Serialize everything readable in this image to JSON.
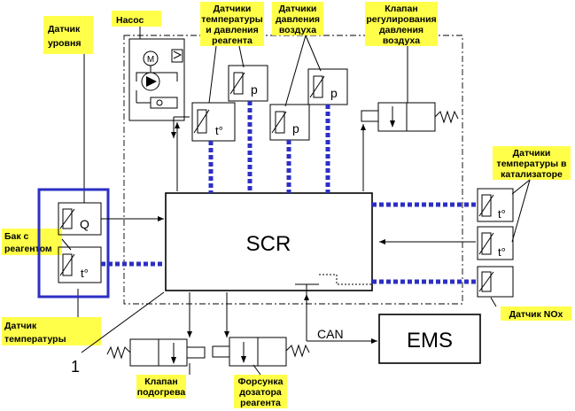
{
  "labels": {
    "level_sensor": [
      "Датчик",
      "уровня"
    ],
    "pump": "Насос",
    "temp_pressure_sensors": [
      "Датчики",
      "температуры",
      "и давления",
      "реагента"
    ],
    "air_pressure_sensors": [
      "Датчики",
      "давления",
      "воздуха"
    ],
    "air_valve": [
      "Клапан",
      "регулирования",
      "давления",
      "воздуха"
    ],
    "catalyst_temp_sensors": [
      "Датчики",
      "температуры в",
      "катализаторе"
    ],
    "tank": [
      "Бак с",
      "реагентом"
    ],
    "temp_sensor": [
      "Датчик",
      "температуры"
    ],
    "nox_sensor": "Датчик  NOx",
    "heater_valve": [
      "Клапан",
      "подогрева"
    ],
    "injector": [
      "Форсунка",
      "дозатора",
      "реагента"
    ]
  },
  "blocks": {
    "scr": "SCR",
    "ems": "EMS",
    "can": "CAN",
    "callout": "1"
  },
  "symbols": {
    "q": "Q",
    "p1": "p",
    "p2": "p",
    "t1": "t°",
    "t2": "t°",
    "t3": "t°",
    "t4": "t°",
    "m": "M"
  },
  "colors": {
    "bus": "#2c2fc4",
    "label_fill": "#ffff4a",
    "tank_frame": "#2c2fc4"
  }
}
